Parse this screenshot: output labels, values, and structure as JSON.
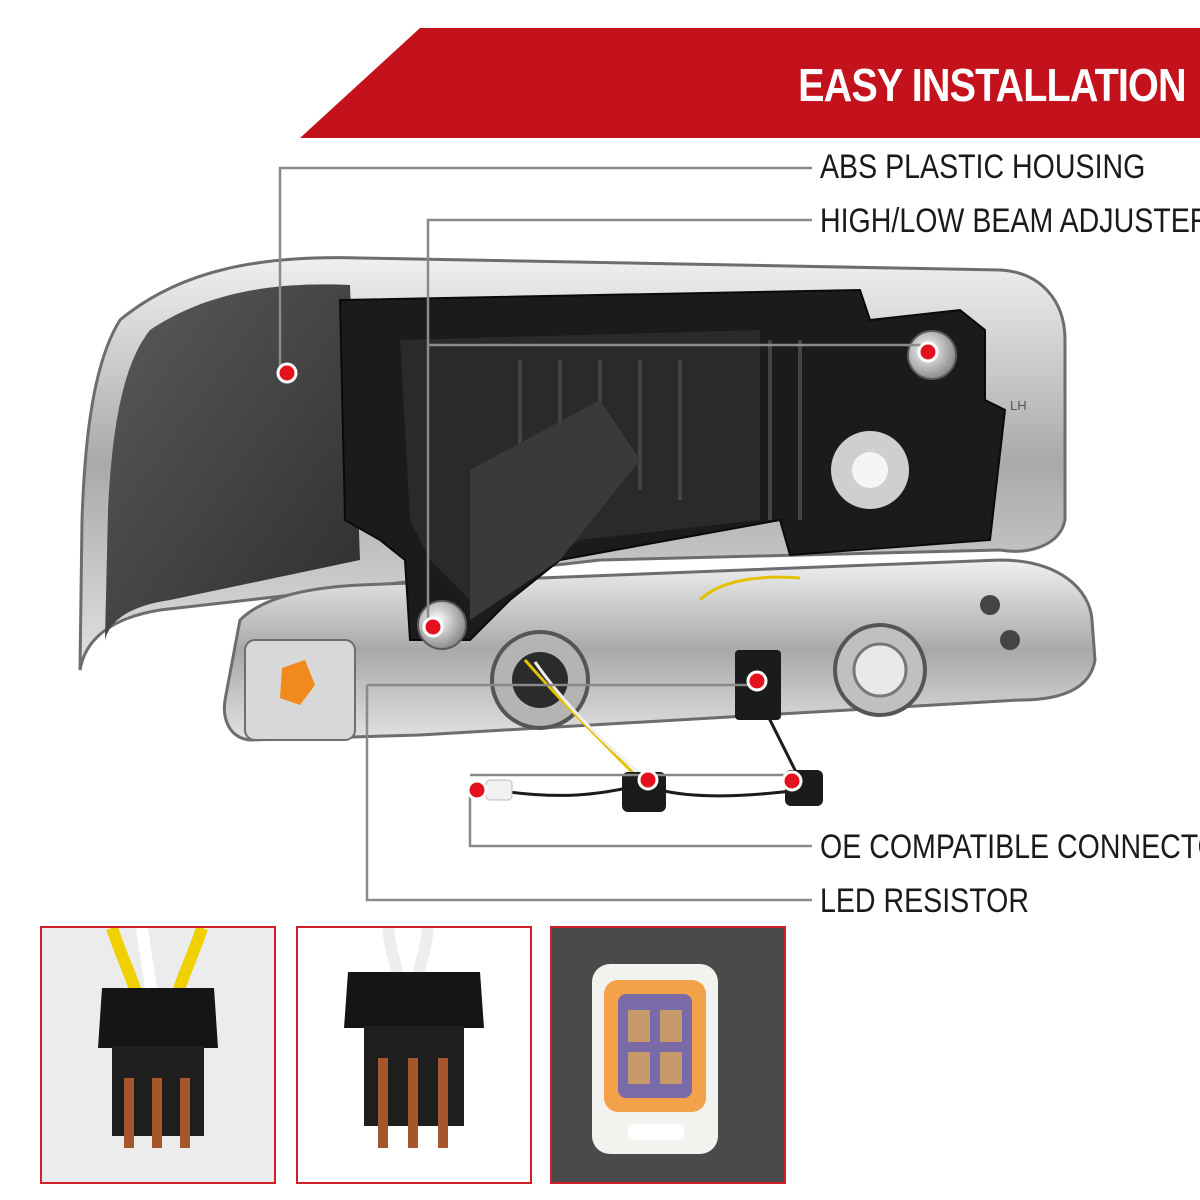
{
  "banner": {
    "title": "EASY INSTALLATION",
    "color": "#c3121c"
  },
  "callouts": [
    {
      "id": "abs",
      "label": "ABS PLASTIC HOUSING"
    },
    {
      "id": "beam",
      "label": "HIGH/LOW BEAM ADJUSTERS"
    },
    {
      "id": "oe",
      "label": "OE COMPATIBLE CONNECTORS"
    },
    {
      "id": "led",
      "label": "LED RESISTOR"
    }
  ],
  "colors": {
    "accent_red": "#d11f2a",
    "leader_line": "#8a8a8a",
    "dot": "#e4101d",
    "housing_chrome": "#c9c9c9",
    "housing_black": "#1b1b1b",
    "amber": "#f08a1c"
  },
  "thumbnails": [
    {
      "id": "connector-3157-wired",
      "icon": "bulb-socket-connector-icon"
    },
    {
      "id": "connector-3157-side",
      "icon": "bulb-socket-connector-icon"
    },
    {
      "id": "led-resistor-plug",
      "icon": "resistor-plug-icon"
    }
  ]
}
